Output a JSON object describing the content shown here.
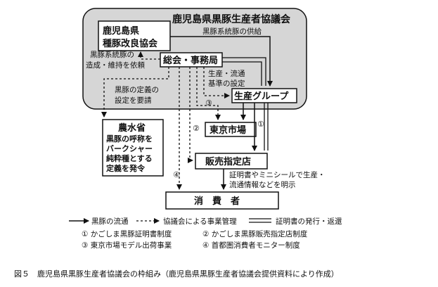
{
  "council": {
    "title": "鹿児島県黒豚生産者協議会"
  },
  "nodes": {
    "breeding_assoc": {
      "line1": "鹿児島県",
      "line2": "種豚改良協会"
    },
    "general_office": {
      "label": "総会・事務局"
    },
    "production_group": {
      "label": "生産グループ"
    },
    "maff": {
      "title": "農水省",
      "lines": [
        "黒豚の呼称を",
        "バークシャー",
        "純粋種とする",
        "定義を発令"
      ]
    },
    "tokyo_market": {
      "label": "東京市場"
    },
    "designated_store": {
      "label": "販売指定店"
    },
    "consumer": {
      "label": "消　費　者"
    }
  },
  "annotations": {
    "supply": "黒豚系統豚の供給",
    "breed_request": [
      "黒豚系統豚の",
      "造成・維持を依頼"
    ],
    "standards": [
      "生産・流通",
      "基準の設定"
    ],
    "definition_request": [
      "黒豚の定義の",
      "設定を要請"
    ],
    "certificate_info": [
      "証明書やミニシールで生産・",
      "流通情報などを明示"
    ],
    "num1": "①",
    "num2": "②",
    "num3": "③",
    "num4": "④"
  },
  "legend": {
    "flow": "黒豚の流通",
    "council_project": "協議会による事業管理",
    "certificate": "証明書の発行・返還",
    "items": [
      "① かごしま黒豚証明書制度",
      "② かごしま黒豚販売指定店制度",
      "③ 東京市場モデル出荷事業",
      "④ 首都圏消費者モニター制度"
    ]
  },
  "caption": "図５　鹿児島県黒豚生産者協議会の枠組み（鹿児島県黒豚生産者協議会提供資料により作成）",
  "colors": {
    "council_bg": "#d6d6d6",
    "line": "#111111"
  }
}
